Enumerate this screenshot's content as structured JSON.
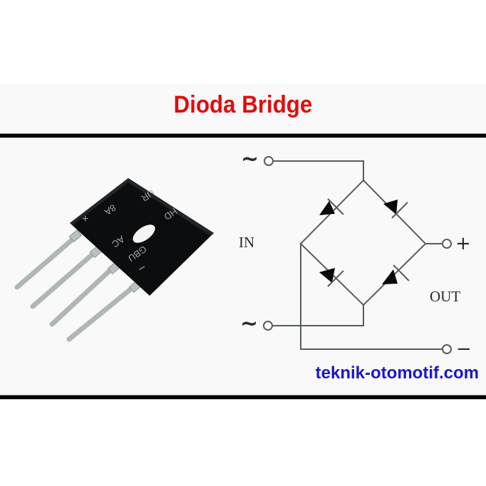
{
  "header": {
    "title": "Dioda Bridge",
    "title_color": "#e00d0d"
  },
  "footer": {
    "website": "teknik-otomotif.com",
    "website_color": "#1a17c8"
  },
  "component_photo": {
    "description": "Bridge rectifier package with 4 pins",
    "markings": [
      "UR",
      "HD",
      "+",
      "8A",
      "AC",
      "GBU",
      "-"
    ]
  },
  "circuit": {
    "input_label": "IN",
    "output_label": "OUT",
    "ac_symbol_top": "~",
    "ac_symbol_bottom": "~",
    "positive_symbol": "+",
    "negative_symbol": "−",
    "diode_count": 4,
    "line_color": "#555d5d"
  }
}
